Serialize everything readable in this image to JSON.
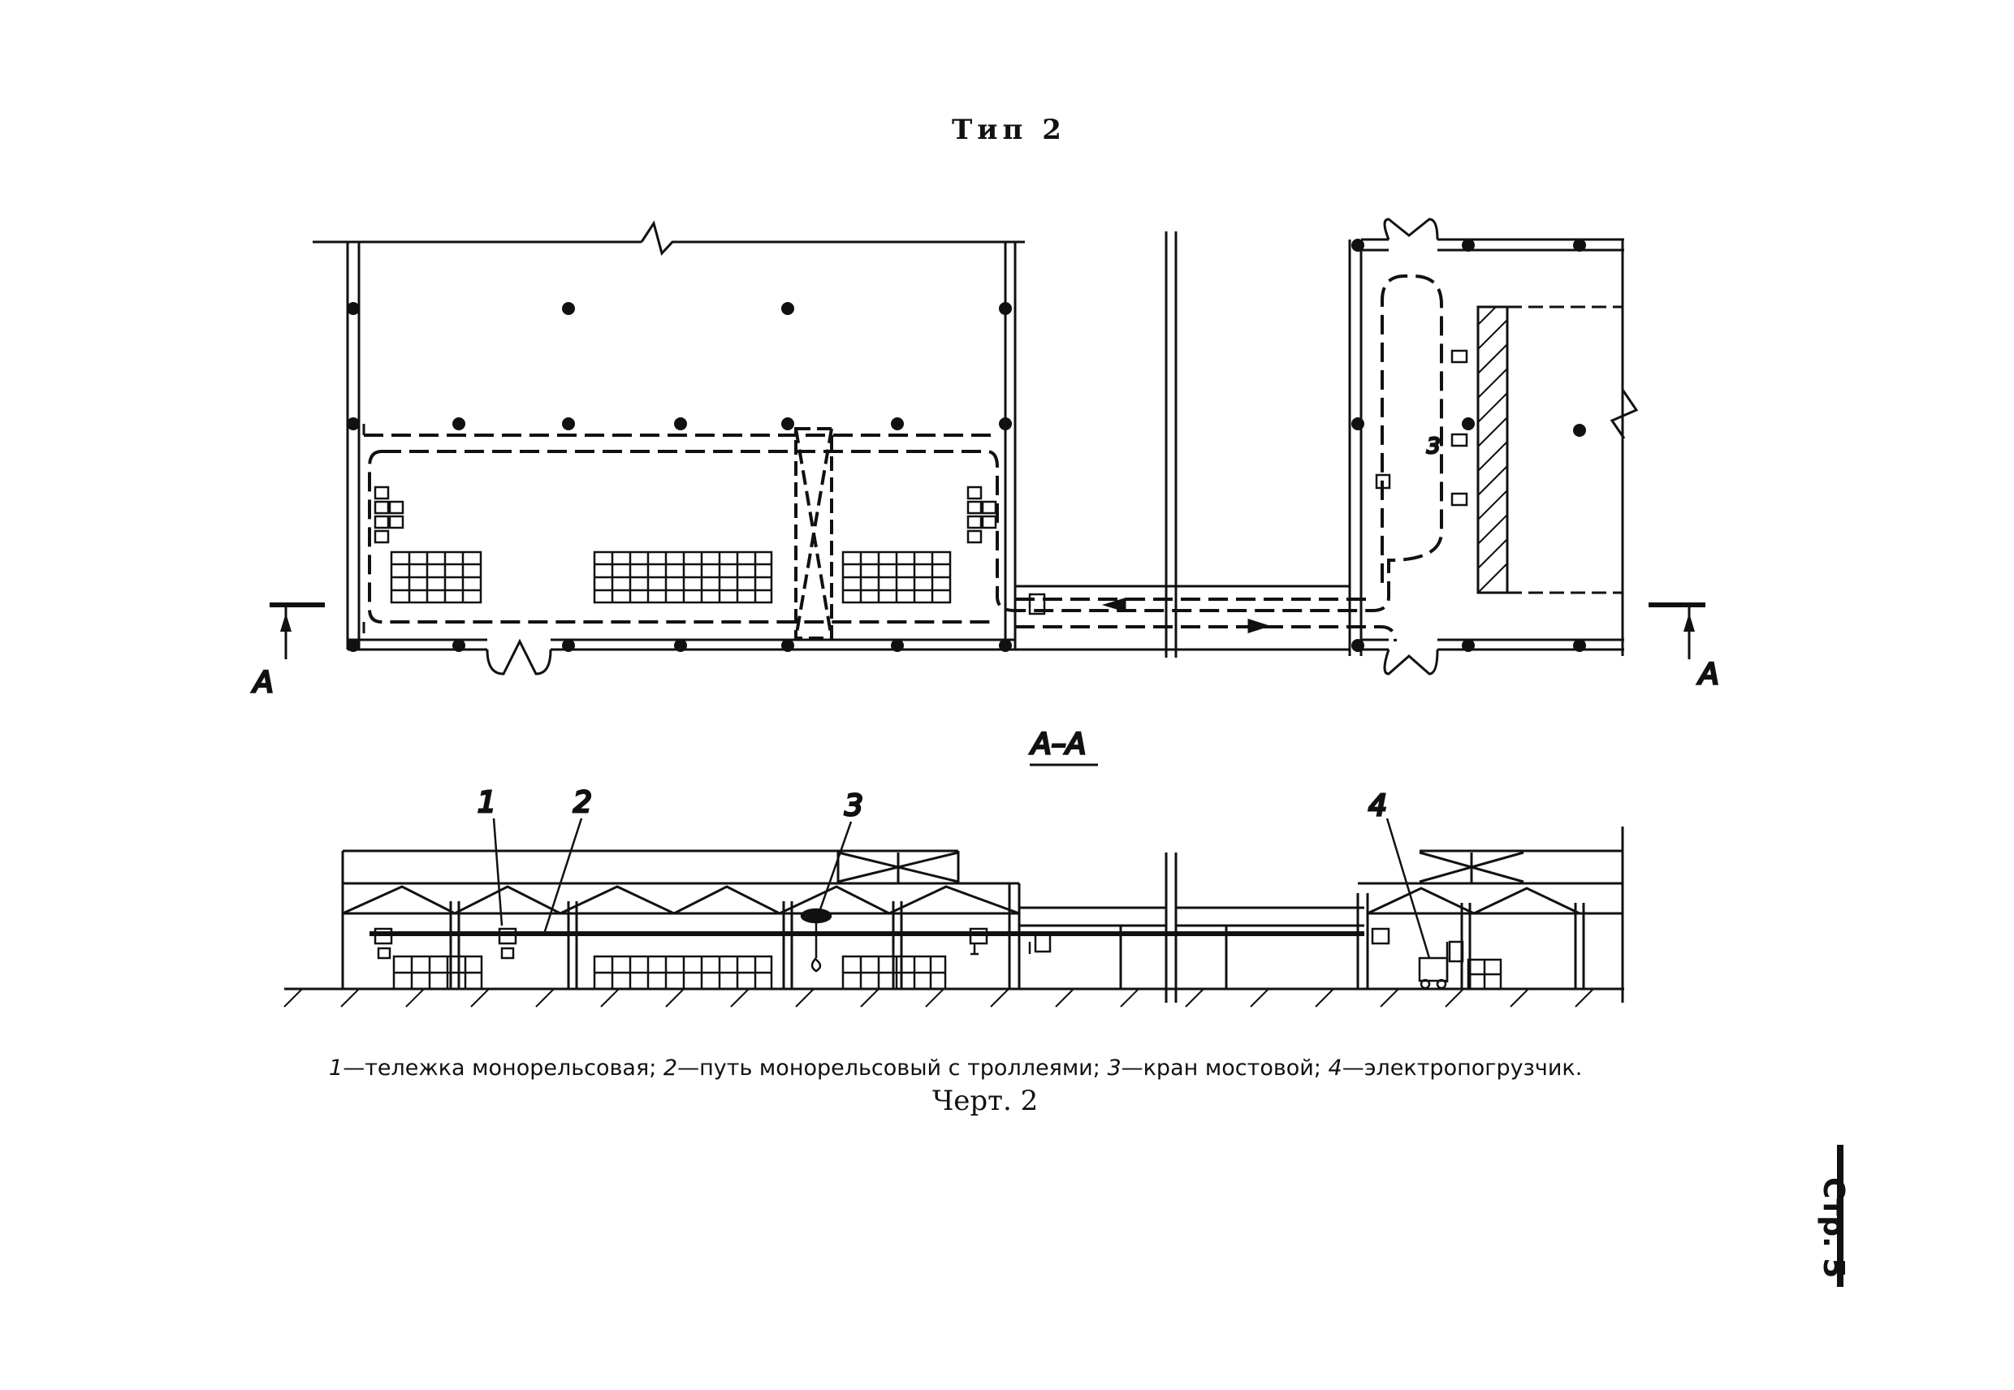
{
  "title": "Тип 2",
  "section_marks": {
    "left": "А",
    "right": "А"
  },
  "section_title": "А–А",
  "callouts": [
    "1",
    "2",
    "3",
    "4"
  ],
  "crane_label": "3",
  "legend": {
    "items": [
      {
        "num": "1",
        "text": "—тележка монорельсовая;"
      },
      {
        "num": "2",
        "text": "—путь монорельсовый с троллеями;"
      },
      {
        "num": "3",
        "text": "—кран мостовой;"
      },
      {
        "num": "4",
        "text": "—электропогрузчик."
      }
    ]
  },
  "caption": "Черт. 2",
  "page_number": "Стр. 5"
}
